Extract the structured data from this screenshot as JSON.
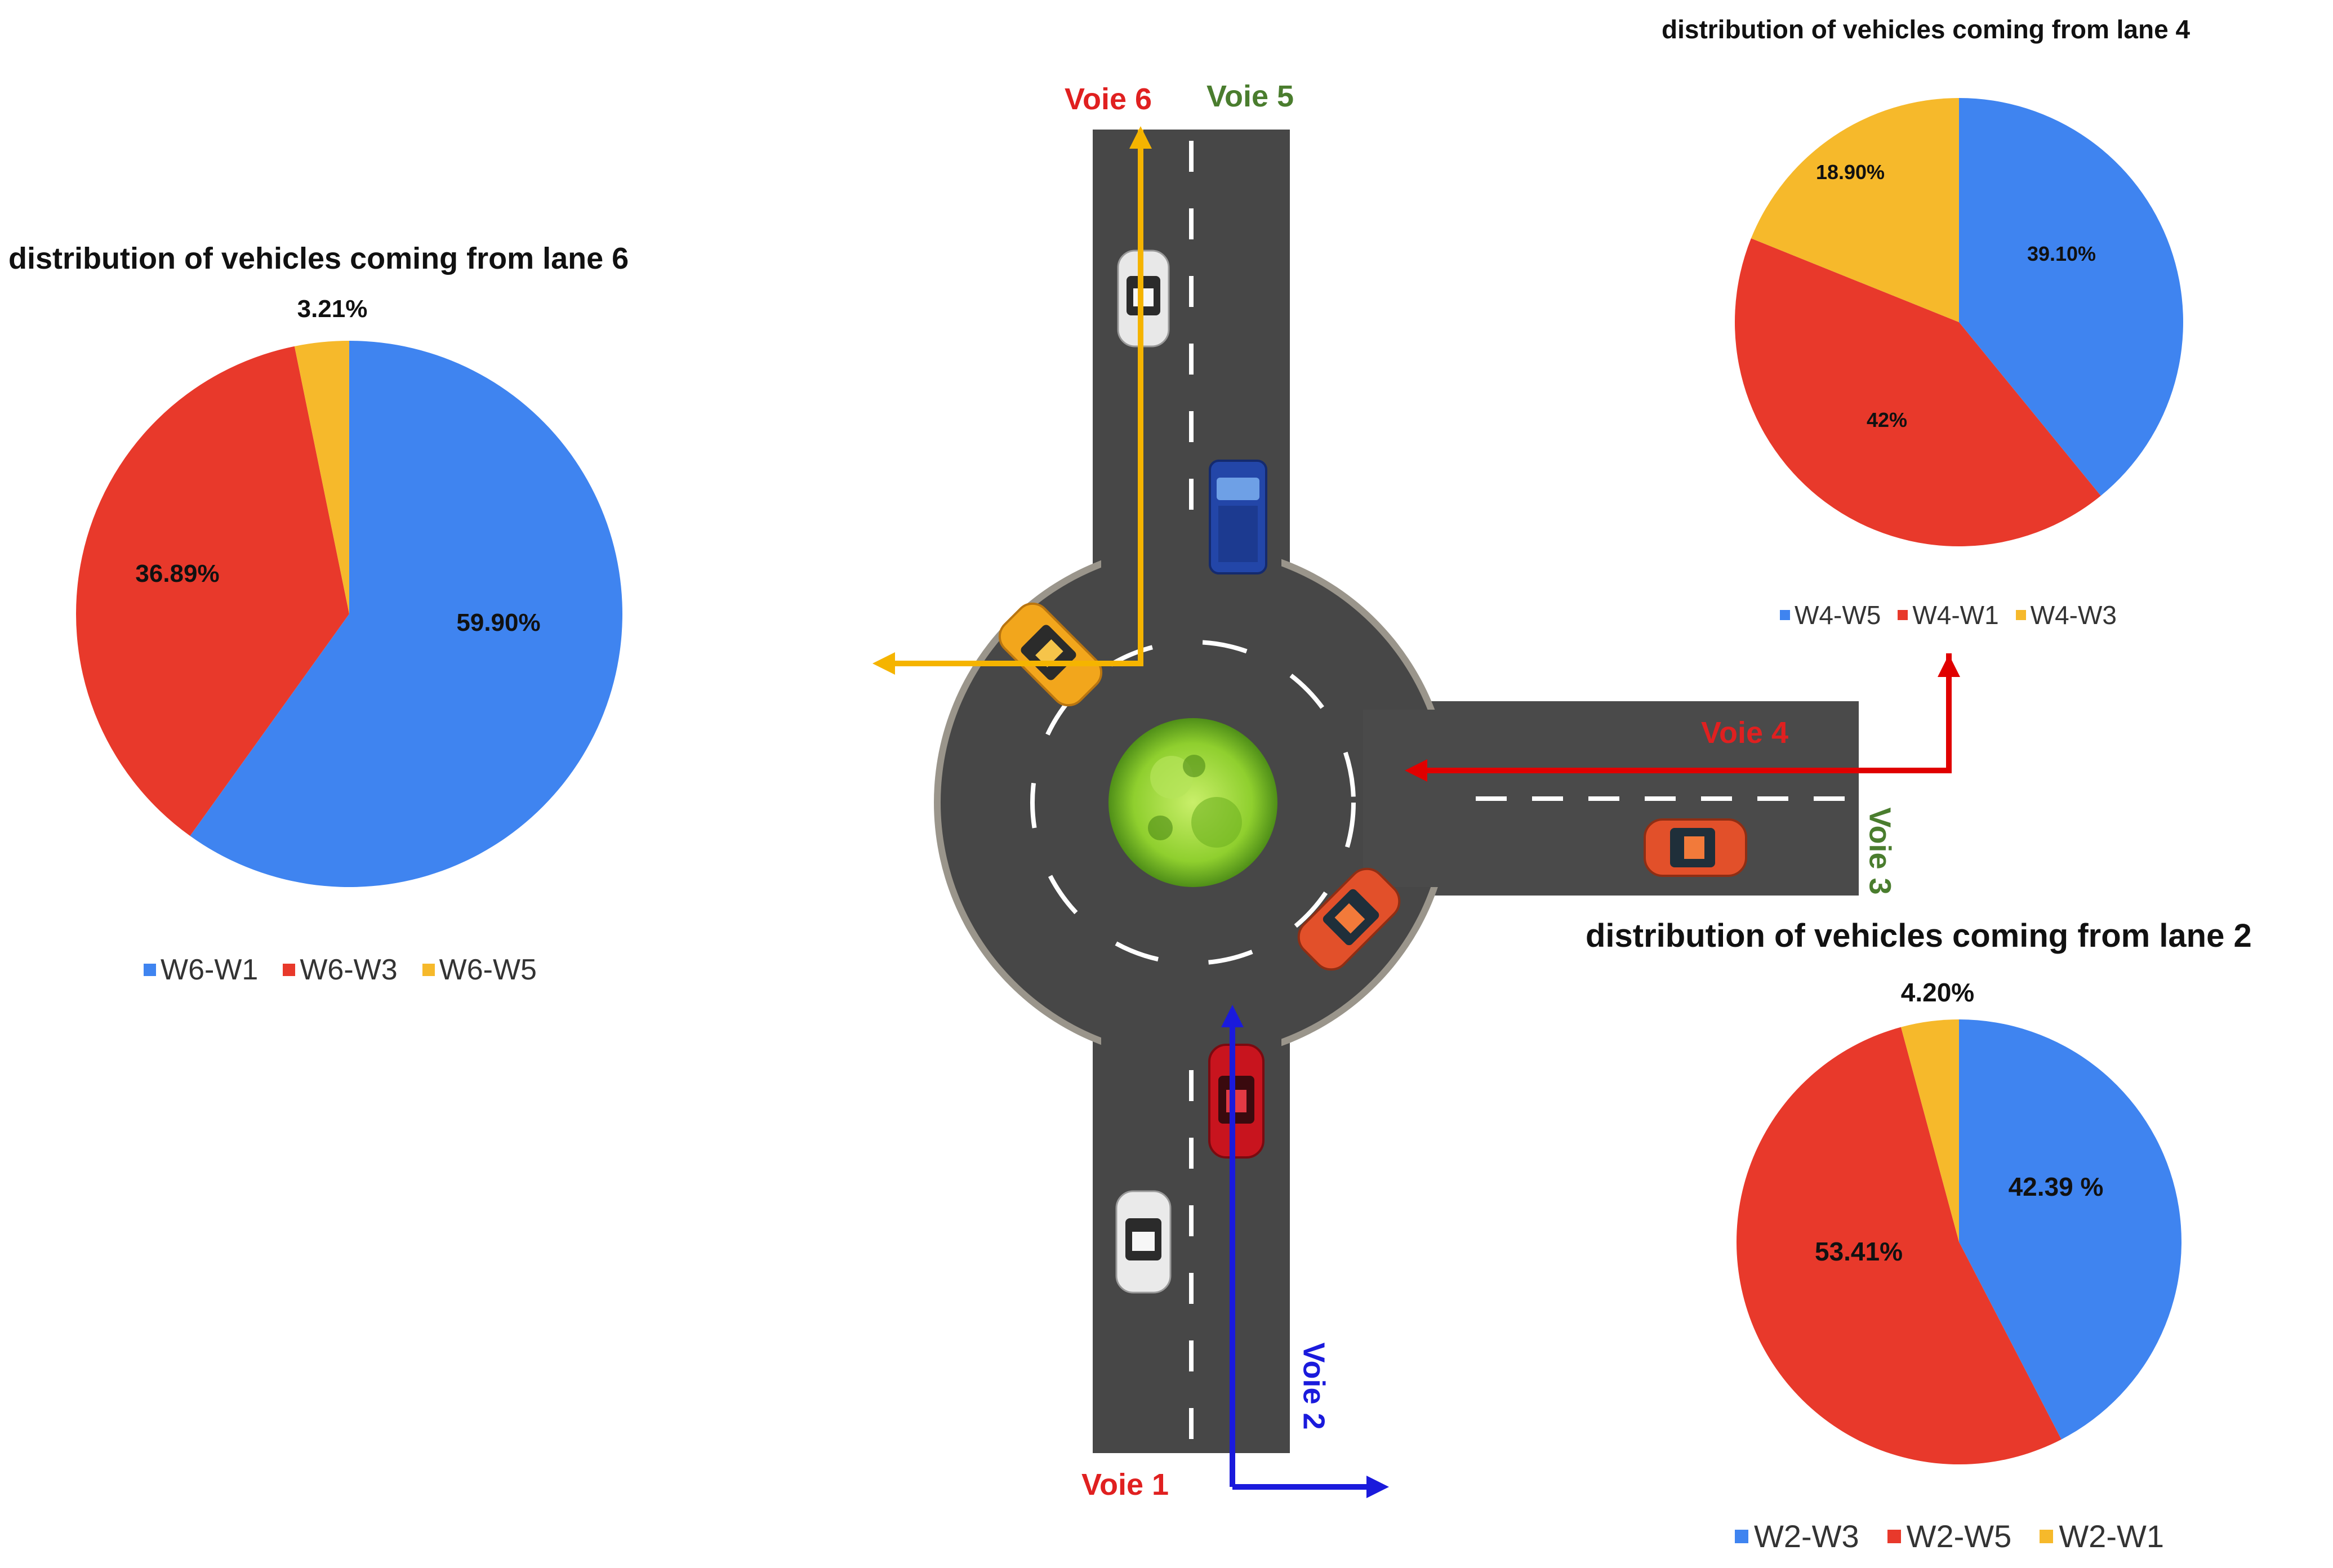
{
  "lanes": {
    "voie1": {
      "label": "Voie 1",
      "color": "#e02020"
    },
    "voie2": {
      "label": "Voie 2",
      "color": "#1a1adc"
    },
    "voie3": {
      "label": "Voie 3",
      "color": "#4a7d2e"
    },
    "voie4": {
      "label": "Voie 4",
      "color": "#e02020"
    },
    "voie5": {
      "label": "Voie 5",
      "color": "#4a7d2e"
    },
    "voie6": {
      "label": "Voie 6",
      "color": "#e02020"
    }
  },
  "arrow_colors": {
    "lane6": "#f5b400",
    "lane4": "#e00000",
    "lane2": "#1a1adc"
  },
  "chart_data": [
    {
      "type": "pie",
      "title": "distribution of vehicles coming from lane 6",
      "series": [
        {
          "name": "W6-W1",
          "value": 59.9,
          "label": "59.90%",
          "color": "#3f84f0"
        },
        {
          "name": "W6-W3",
          "value": 36.89,
          "label": "36.89%",
          "color": "#e8392b"
        },
        {
          "name": "W6-W5",
          "value": 3.21,
          "label": "3.21%",
          "color": "#f6b92b"
        }
      ],
      "legend": "bottom"
    },
    {
      "type": "pie",
      "title": "distribution of vehicles coming from lane 4",
      "series": [
        {
          "name": "W4-W5",
          "value": 39.1,
          "label": "39.10%",
          "color": "#3f84f0"
        },
        {
          "name": "W4-W1",
          "value": 42,
          "label": "42%",
          "color": "#e8392b"
        },
        {
          "name": "W4-W3",
          "value": 18.9,
          "label": "18.90%",
          "color": "#f6b92b"
        }
      ],
      "legend": "bottom"
    },
    {
      "type": "pie",
      "title": "distribution of vehicles coming from lane 2",
      "series": [
        {
          "name": "W2-W3",
          "value": 42.39,
          "label": "42.39 %",
          "color": "#3f84f0"
        },
        {
          "name": "W2-W5",
          "value": 53.41,
          "label": "53.41%",
          "color": "#e8392b"
        },
        {
          "name": "W2-W1",
          "value": 4.2,
          "label": "4.20%",
          "color": "#f6b92b"
        }
      ],
      "legend": "bottom"
    }
  ]
}
